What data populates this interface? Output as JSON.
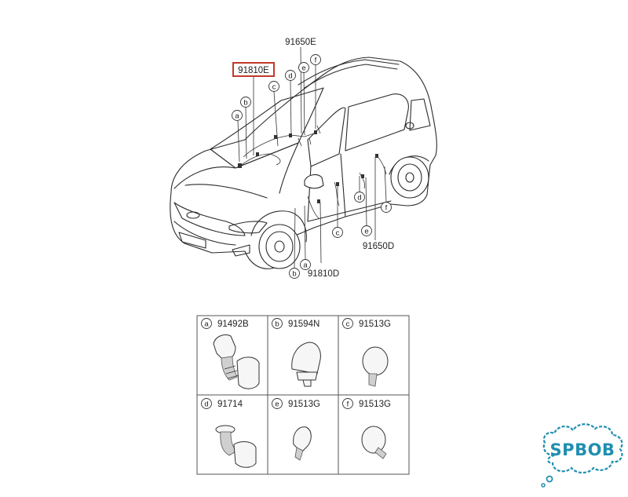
{
  "diagram": {
    "highlight_color": "#c0392b",
    "callouts": {
      "top_left": "91810E",
      "top_right": "91650E",
      "bottom_left": "91810D",
      "bottom_right": "91650D"
    },
    "letters": [
      "a",
      "b",
      "c",
      "d",
      "e",
      "f"
    ],
    "parts_table": [
      {
        "letter": "a",
        "part_number": "91492B"
      },
      {
        "letter": "b",
        "part_number": "91594N"
      },
      {
        "letter": "c",
        "part_number": "91513G"
      },
      {
        "letter": "d",
        "part_number": "91714"
      },
      {
        "letter": "e",
        "part_number": "91513G"
      },
      {
        "letter": "f",
        "part_number": "91513G"
      }
    ]
  },
  "watermark": {
    "text": "SPBOB",
    "color": "#1f8fb0"
  }
}
